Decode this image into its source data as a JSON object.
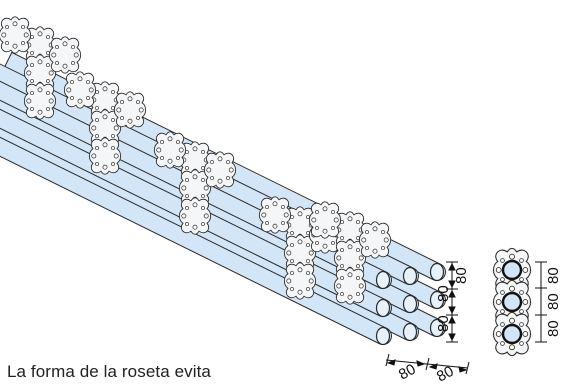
{
  "caption": "La forma de la roseta evita",
  "dimension_labels": {
    "vertical_front": [
      "80",
      "80",
      "80"
    ],
    "vertical_side": [
      "80",
      "80",
      "80"
    ],
    "bottom": [
      "80",
      "80"
    ]
  },
  "colors": {
    "tube": "#d2e6f7",
    "tube_edge": "#2a2a2a",
    "rosette": "#f4f6f8"
  }
}
